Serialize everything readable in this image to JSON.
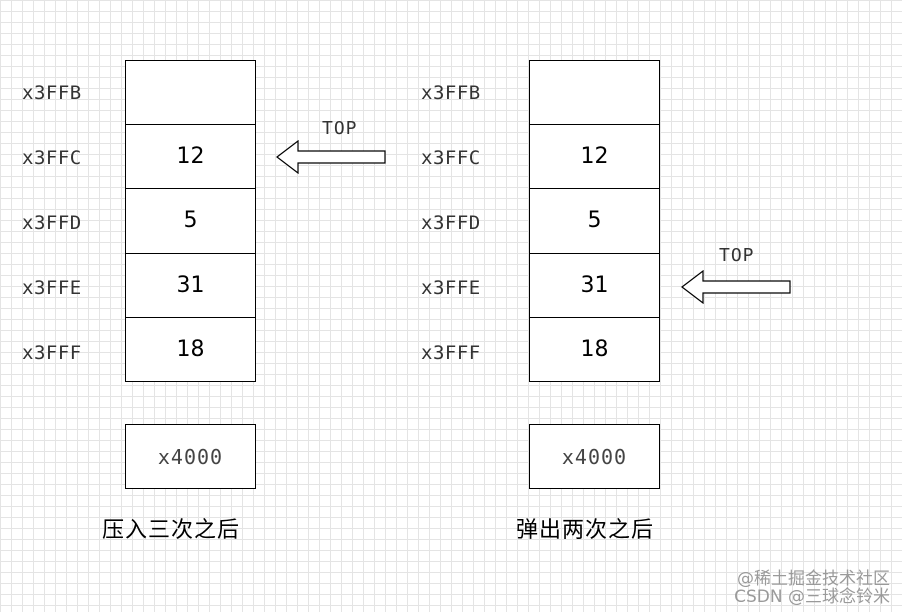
{
  "addresses": [
    "x3FFB",
    "x3FFC",
    "x3FFD",
    "x3FFE",
    "x3FFF"
  ],
  "left_panel": {
    "cells": [
      "",
      "12",
      "5",
      "31",
      "18"
    ],
    "extra_cell": "x4000",
    "top_label": "TOP",
    "caption": "压入三次之后"
  },
  "right_panel": {
    "cells": [
      "",
      "12",
      "5",
      "31",
      "18"
    ],
    "extra_cell": "x4000",
    "top_label": "TOP",
    "caption": "弹出两次之后"
  },
  "watermark": {
    "line1": "@稀土掘金技术社区",
    "line2": "CSDN @三球念铃米"
  }
}
